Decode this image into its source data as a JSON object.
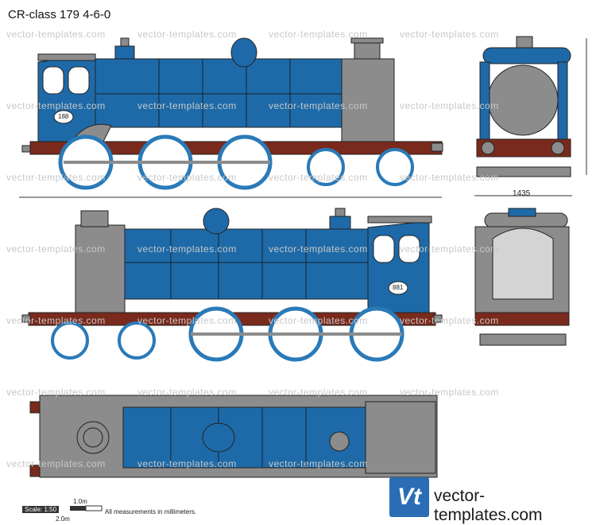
{
  "title": "CR-class 179 4-6-0",
  "watermark": "vector-templates.com",
  "engine_numbers": {
    "side_left": "188",
    "side_right": "881"
  },
  "dimensions": {
    "front_width": "1435"
  },
  "scale": {
    "label": "Scale: 1:50",
    "one": "1.0m",
    "two": "2.0m",
    "note": "All measurements in millimeters."
  },
  "logo": {
    "mark": "Vt",
    "text": "vector-templates.com"
  },
  "colors": {
    "body_blue": "#1e6aa8",
    "grey": "#8c8c8c",
    "red_frame": "#7a2a1c",
    "wheel": "#2a7ab8"
  }
}
